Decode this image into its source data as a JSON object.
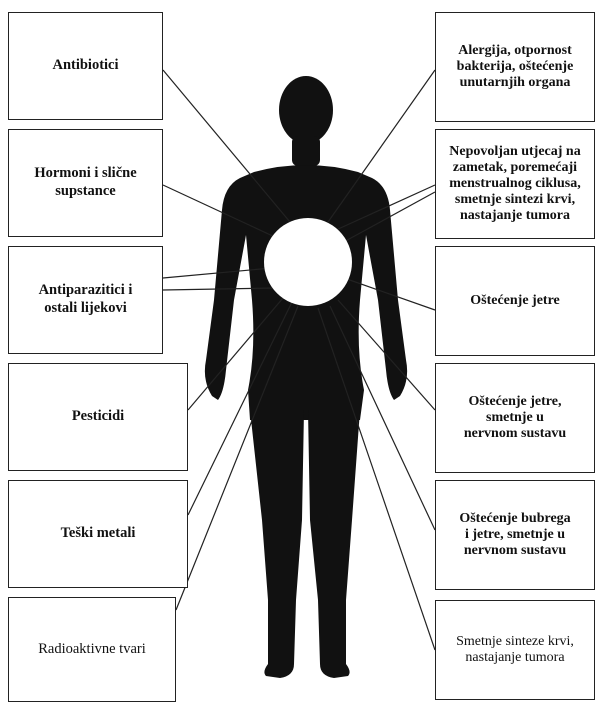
{
  "diagram": {
    "sources": [
      {
        "label": "Antibiotici"
      },
      {
        "label": "Hormoni i slične\nsupstance"
      },
      {
        "label": "Antiparazitici i\nostali lijekovi"
      },
      {
        "label": "Pesticidi"
      },
      {
        "label": "Teški metali"
      },
      {
        "label": "Radioaktivne tvari"
      }
    ],
    "effects": [
      {
        "label": "Alergija, otpornost\nbakterija, oštećenje\nunutarnjih organa"
      },
      {
        "label": "Nepovoljan utjecaj na\nzametak,  poremećaji\nmenstrualnog ciklusa,\nsmetnje sintezi krvi,\nnastajanje tumora"
      },
      {
        "label": "Oštećenje jetre"
      },
      {
        "label": "Oštećenje jetre,\nsmetnje u\nnervnom sustavu"
      },
      {
        "label": "Oštećenje bubrega\ni jetre, smetnje u\nnervnom sustavu"
      },
      {
        "label": "Smetnje sinteze krvi,\nnastajanje tumora"
      }
    ],
    "colors": {
      "silhouette": "#111111",
      "center": "#ffffff",
      "lines": "#222222"
    }
  }
}
